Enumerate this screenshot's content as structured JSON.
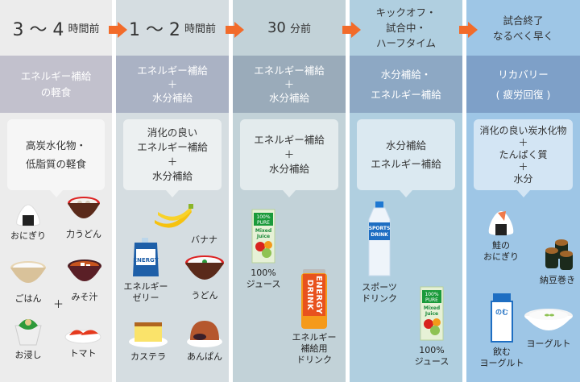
{
  "columns": [
    {
      "time": {
        "big": "3 〜 4",
        "small": "時間前"
      },
      "band": [
        "エネルギー補給",
        "の軽食"
      ],
      "bubble": [
        "高炭水化物・",
        "低脂質の軽食"
      ],
      "colors": {
        "top": "#ececec",
        "band": "#c2c1cd",
        "body": "#ececec"
      },
      "items": [
        {
          "icon": "onigiri-icon",
          "label": [
            "おにぎり"
          ]
        },
        {
          "icon": "chikara-udon-icon",
          "label": [
            "力うどん"
          ]
        },
        {
          "icon": "rice-bowl-icon",
          "label": [
            "ごはん"
          ]
        },
        {
          "icon": "miso-soup-icon",
          "label": [
            "みそ汁"
          ]
        },
        {
          "icon": "ohitashi-icon",
          "label": [
            "お浸し"
          ]
        },
        {
          "icon": "tomato-icon",
          "label": [
            "トマト"
          ]
        }
      ],
      "joiner": "＋"
    },
    {
      "time": {
        "big": "1 〜 2",
        "small": "時間前"
      },
      "band": [
        "エネルギー補給",
        "＋",
        "水分補給"
      ],
      "bubble": [
        "消化の良い",
        "エネルギー補給",
        "＋",
        "水分補給"
      ],
      "colors": {
        "top": "#d5dde1",
        "band": "#aab2c4",
        "body": "#d5dde1"
      },
      "items": [
        {
          "icon": "banana-icon",
          "label": [
            "バナナ"
          ]
        },
        {
          "icon": "energy-jelly-icon",
          "label": [
            "エネルギー",
            "ゼリー"
          ]
        },
        {
          "icon": "udon-icon",
          "label": [
            "うどん"
          ]
        },
        {
          "icon": "castella-icon",
          "label": [
            "カステラ"
          ]
        },
        {
          "icon": "anpan-icon",
          "label": [
            "あんぱん"
          ]
        }
      ]
    },
    {
      "time": {
        "big": "30",
        "small": "分前"
      },
      "band": [
        "エネルギー補給",
        "＋",
        "水分補給"
      ],
      "bubble": [
        "エネルギー補給",
        "＋",
        "水分補給"
      ],
      "colors": {
        "top": "#c2d2d8",
        "band": "#9aabba",
        "body": "#c2d2d8"
      },
      "items": [
        {
          "icon": "juice-box-icon",
          "label": [
            "100%",
            "ジュース"
          ]
        },
        {
          "icon": "energy-drink-can-icon",
          "label": [
            "エネルギー",
            "補給用",
            "ドリンク"
          ]
        }
      ]
    },
    {
      "time": {
        "lines": [
          "キックオフ・",
          "試合中・",
          "ハーフタイム"
        ]
      },
      "band": [
        "水分補給・",
        "エネルギー補給"
      ],
      "bubble": [
        "水分補給",
        "エネルギー補給"
      ],
      "colors": {
        "top": "#b0cfe0",
        "band": "#8da8c4",
        "body": "#b0cfe0"
      },
      "items": [
        {
          "icon": "sports-drink-bottle-icon",
          "label": [
            "スポーツ",
            "ドリンク"
          ]
        },
        {
          "icon": "juice-box-icon",
          "label": [
            "100%",
            "ジュース"
          ]
        }
      ]
    },
    {
      "time": {
        "lines": [
          "試合終了",
          "なるべく早く"
        ]
      },
      "band": [
        "リカバリー",
        "( 疲労回復 )"
      ],
      "bubble": [
        "消化の良い炭水化物",
        "＋",
        "たんぱく質",
        "＋",
        "水分"
      ],
      "colors": {
        "top": "#9ec6e6",
        "band": "#7ea0c8",
        "body": "#9ec6e6"
      },
      "items": [
        {
          "icon": "salmon-onigiri-icon",
          "label": [
            "鮭の",
            "おにぎり"
          ]
        },
        {
          "icon": "natto-maki-icon",
          "label": [
            "納豆巻き"
          ]
        },
        {
          "icon": "drinking-yogurt-icon",
          "label": [
            "飲む",
            "ヨーグルト"
          ]
        },
        {
          "icon": "yogurt-bowl-icon",
          "label": [
            "ヨーグルト"
          ]
        }
      ]
    }
  ],
  "product_text": {
    "jelly": "ENERGY",
    "juice": [
      "100%",
      "PURE",
      "Mixed",
      "Juice"
    ],
    "can": [
      "ENERGY",
      "DRINK"
    ],
    "sports": [
      "SPORTS",
      "DRINK"
    ],
    "yogurt_drink": "のむ"
  },
  "arrow_color": "#f26b2a"
}
